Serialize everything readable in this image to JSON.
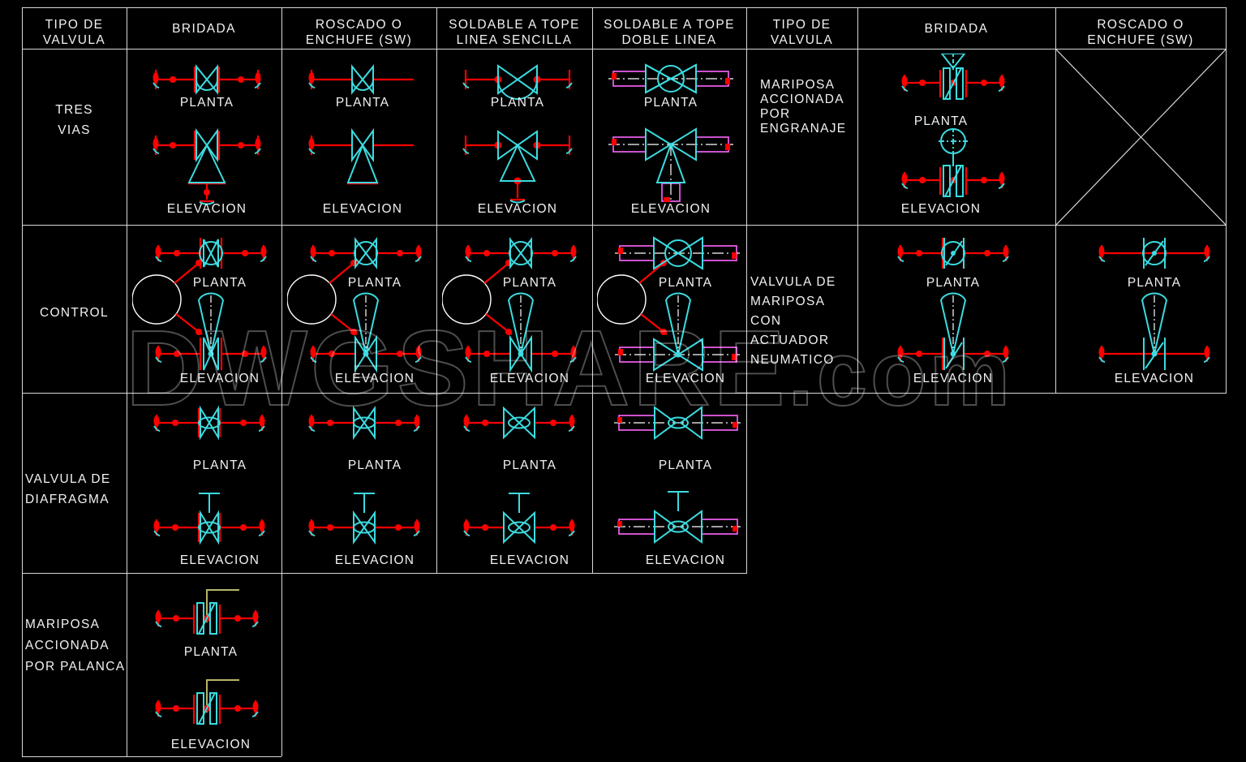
{
  "drawing": {
    "title": "Tabla de simbolos de valvulas",
    "background_color": "#000000",
    "line_color": "#d8d8d8",
    "symbol_color": "#3bdbe0",
    "pipe_color": "#ff0000",
    "double_line_color": "#ff66ff",
    "lever_color": "#b5b56a"
  },
  "watermark": {
    "text": "DWGSHARE",
    "suffix": ".com"
  },
  "headers_left": [
    {
      "label": "TIPO DE\nVALVULA"
    },
    {
      "label": "BRIDADA"
    },
    {
      "label": "ROSCADO O\nENCHUFE  (SW)"
    },
    {
      "label": "SOLDABLE A TOPE\nLINEA SENCILLA"
    },
    {
      "label": "SOLDABLE A TOPE\nDOBLE LINEA"
    }
  ],
  "headers_right": [
    {
      "label": "TIPO DE\nVALVULA"
    },
    {
      "label": "BRIDADA"
    },
    {
      "label": "ROSCADO O\nENCHUFE  (SW)"
    }
  ],
  "rows_left": [
    {
      "label": "TRES\nVIAS"
    },
    {
      "label": "CONTROL"
    },
    {
      "label": "VALVULA  DE\nDIAFRAGMA"
    },
    {
      "label": "MARIPOSA\nACCIONADA\nPOR  PALANCA"
    }
  ],
  "rows_right": [
    {
      "label": "MARIPOSA\n\nACCIONADA\n\nPOR\n\nENGRANAJE"
    },
    {
      "label": "VALVULA  DE\nMARIPOSA  CON\nACTUADOR\nNEUMATICO"
    }
  ],
  "view_labels": {
    "plan": "PLANTA",
    "elevation": "ELEVACION"
  },
  "cells": [
    {
      "row": "TRES VIAS",
      "col": "BRIDADA",
      "views": [
        "PLANTA",
        "ELEVACION"
      ]
    },
    {
      "row": "TRES VIAS",
      "col": "ROSCADO O ENCHUFE (SW)",
      "views": [
        "PLANTA",
        "ELEVACION"
      ]
    },
    {
      "row": "TRES VIAS",
      "col": "SOLDABLE A TOPE LINEA SENCILLA",
      "views": [
        "PLANTA",
        "ELEVACION"
      ]
    },
    {
      "row": "TRES VIAS",
      "col": "SOLDABLE A TOPE DOBLE LINEA",
      "views": [
        "PLANTA",
        "ELEVACION"
      ]
    },
    {
      "row": "CONTROL",
      "col": "BRIDADA",
      "views": [
        "PLANTA",
        "ELEVACION"
      ]
    },
    {
      "row": "CONTROL",
      "col": "ROSCADO O ENCHUFE (SW)",
      "views": [
        "PLANTA",
        "ELEVACION"
      ]
    },
    {
      "row": "CONTROL",
      "col": "SOLDABLE A TOPE LINEA SENCILLA",
      "views": [
        "PLANTA",
        "ELEVACION"
      ]
    },
    {
      "row": "CONTROL",
      "col": "SOLDABLE A TOPE DOBLE LINEA",
      "views": [
        "PLANTA",
        "ELEVACION"
      ]
    },
    {
      "row": "VALVULA DE DIAFRAGMA",
      "col": "BRIDADA",
      "views": [
        "PLANTA",
        "ELEVACION"
      ]
    },
    {
      "row": "VALVULA DE DIAFRAGMA",
      "col": "ROSCADO O ENCHUFE (SW)",
      "views": [
        "PLANTA",
        "ELEVACION"
      ]
    },
    {
      "row": "VALVULA DE DIAFRAGMA",
      "col": "SOLDABLE A TOPE LINEA SENCILLA",
      "views": [
        "PLANTA",
        "ELEVACION"
      ]
    },
    {
      "row": "VALVULA DE DIAFRAGMA",
      "col": "SOLDABLE A TOPE DOBLE LINEA",
      "views": [
        "PLANTA",
        "ELEVACION"
      ]
    },
    {
      "row": "MARIPOSA ACCIONADA POR PALANCA",
      "col": "BRIDADA",
      "views": [
        "PLANTA",
        "ELEVACION"
      ]
    },
    {
      "row": "MARIPOSA ACCIONADA POR ENGRANAJE",
      "col": "BRIDADA",
      "views": [
        "PLANTA",
        "ELEVACION"
      ]
    },
    {
      "row": "MARIPOSA ACCIONADA POR ENGRANAJE",
      "col": "ROSCADO O ENCHUFE (SW)",
      "views": [],
      "crossed_out": true
    },
    {
      "row": "VALVULA DE MARIPOSA CON ACTUADOR NEUMATICO",
      "col": "BRIDADA",
      "views": [
        "PLANTA",
        "ELEVACION"
      ]
    },
    {
      "row": "VALVULA DE MARIPOSA CON ACTUADOR NEUMATICO",
      "col": "ROSCADO O ENCHUFE (SW)",
      "views": [
        "PLANTA",
        "ELEVACION"
      ]
    }
  ]
}
